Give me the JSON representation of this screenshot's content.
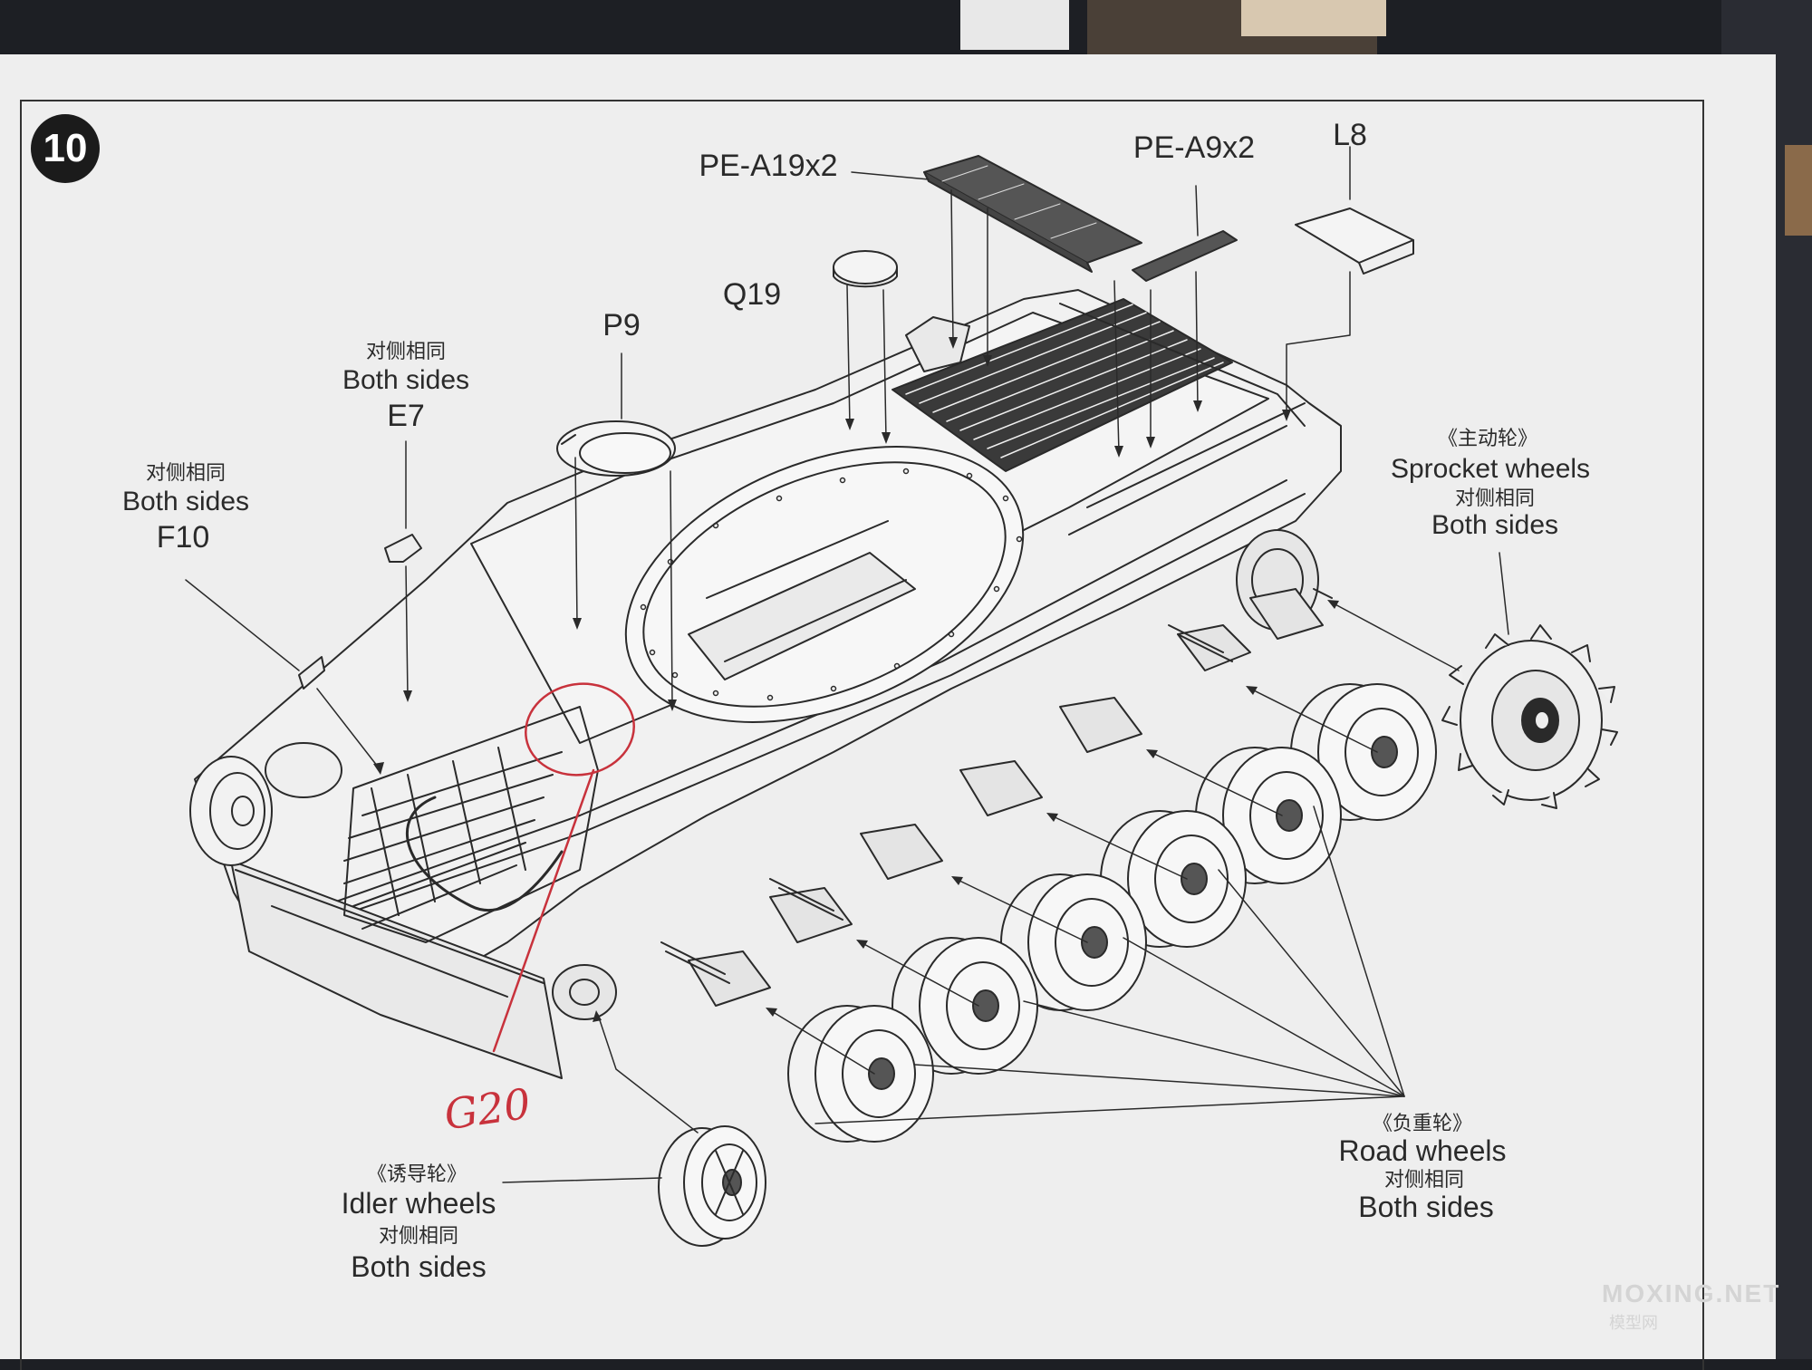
{
  "step_number": "10",
  "parts": {
    "pe_a19": "PE-A19x2",
    "pe_a9": "PE-A9x2",
    "l8": "L8",
    "q19": "Q19",
    "p9": "P9"
  },
  "callouts": {
    "e7": {
      "zh": "对侧相同",
      "en": "Both sides",
      "part": "E7"
    },
    "f10": {
      "zh": "对侧相同",
      "en": "Both sides",
      "part": "F10"
    },
    "sprocket": {
      "zh_title": "《主动轮》",
      "en_title": "Sprocket wheels",
      "zh": "对侧相同",
      "en": "Both sides"
    },
    "road": {
      "zh_title": "《负重轮》",
      "en_title": "Road  wheels",
      "zh": "对侧相同",
      "en": "Both sides"
    },
    "idler": {
      "zh_title": "《诱导轮》",
      "en_title": "Idler wheels",
      "zh": "对侧相同",
      "en": "Both sides"
    }
  },
  "handwritten_note": "G20",
  "watermark": {
    "text": "MOXING.NET",
    "sub": "模型网"
  },
  "colors": {
    "paper": "#eeeeee",
    "ink": "#2a2a2a",
    "red_pen": "#c8323c",
    "desk": "#1d1f24"
  }
}
